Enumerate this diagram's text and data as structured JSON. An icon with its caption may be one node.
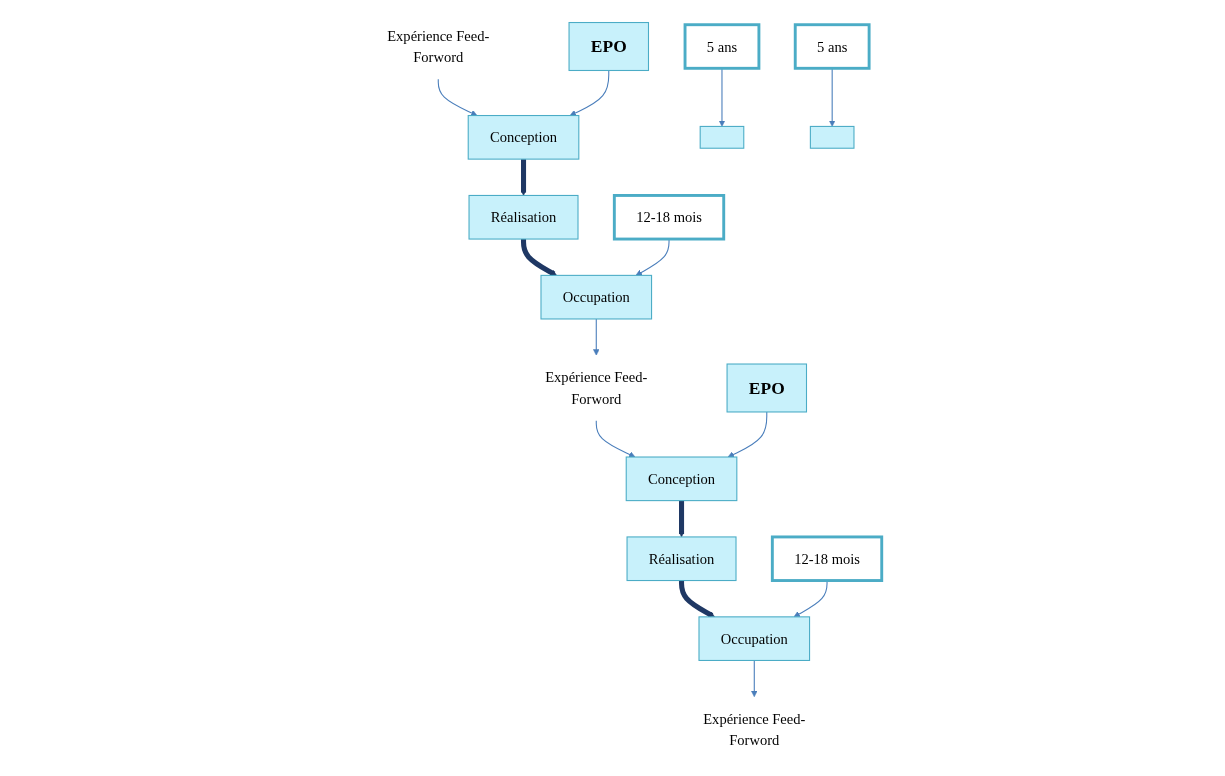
{
  "diagram": {
    "nodes": [
      {
        "text": [
          "Expérience Feed-Forword"
        ]
      },
      {
        "text": [
          "Conception"
        ]
      },
      {
        "text": [
          "Réalisation"
        ]
      },
      {
        "text": [
          "Occupation"
        ]
      },
      {
        "text": [],
        "shape": "box"
      },
      {
        "text": [
          "12-18 mois"
        ]
      },
      {
        "text": [
          "5 ans"
        ]
      },
      {
        "text": [
          "EPO"
        ]
      },
      {
        "text": [
          "Expérience Feed-Forword"
        ]
      },
      {
        "text": [
          "Conception"
        ]
      },
      {
        "text": [
          "Réalisation"
        ]
      },
      {
        "text": [
          "Occupation"
        ]
      },
      {
        "text": [],
        "shape": "box"
      },
      {
        "text": [
          "12-18 mois"
        ]
      },
      {
        "text": [
          "5 ans"
        ]
      },
      {
        "text": [
          "EPO"
        ]
      },
      {
        "text": [
          "Expérience Feed-Forword"
        ]
      }
    ],
    "edges": [
      {
        "from": 0,
        "to": 1,
        "arrow": "to"
      },
      {
        "from": 1,
        "to": 2,
        "arrow": "to",
        "style": "thick",
        "color": "#1f3864"
      },
      {
        "from": 2,
        "to": 3,
        "arrow": "to",
        "style": "thick",
        "color": "#1f3864"
      },
      {
        "from": 5,
        "to": 3,
        "arrow": "to"
      },
      {
        "from": 6,
        "to": 4,
        "arrow": "to"
      },
      {
        "from": 7,
        "to": 1,
        "arrow": "to"
      },
      {
        "from": 3,
        "to": 8,
        "arrow": "to"
      },
      {
        "from": 8,
        "to": 9,
        "arrow": "to"
      },
      {
        "from": 9,
        "to": 10,
        "arrow": "to",
        "style": "thick",
        "color": "#1f3864"
      },
      {
        "from": 10,
        "to": 11,
        "arrow": "to",
        "style": "thick",
        "color": "#1f3864"
      },
      {
        "from": 13,
        "to": 11,
        "arrow": "to"
      },
      {
        "from": 14,
        "to": 12,
        "arrow": "to"
      },
      {
        "from": 15,
        "to": 9,
        "arrow": "to"
      },
      {
        "from": 11,
        "to": 16,
        "arrow": "to"
      }
    ]
  }
}
